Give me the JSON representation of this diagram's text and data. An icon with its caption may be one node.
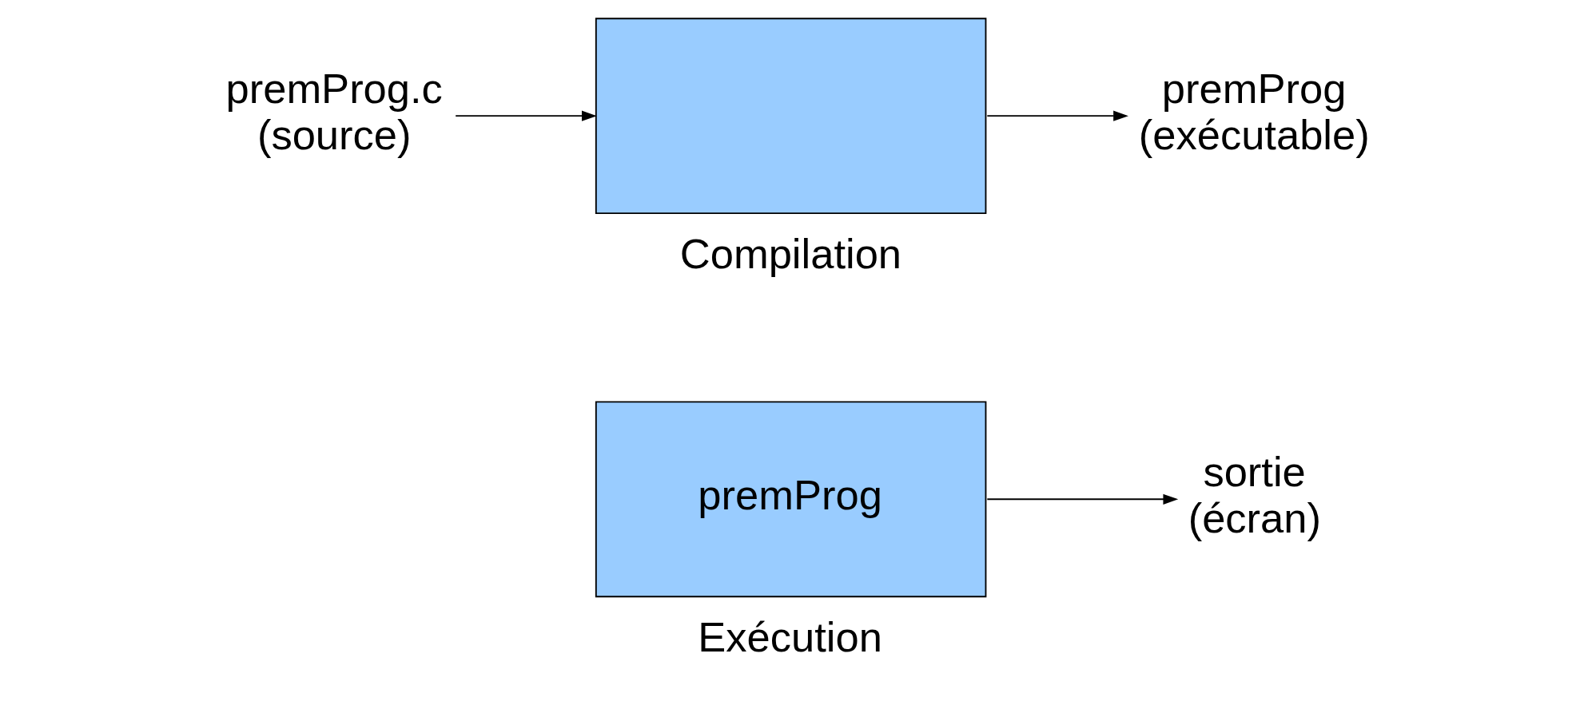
{
  "diagram": {
    "nodes": [
      {
        "text": [
          "premProg.c (source)"
        ]
      },
      {
        "text": [],
        "shape": "box",
        "beside": [
          "Compilation"
        ]
      },
      {
        "text": [
          "premProg (exécutable)"
        ]
      },
      {
        "text": [
          "premProg"
        ],
        "beside": [
          "Exécution"
        ]
      },
      {
        "text": [
          "sortie (écran)"
        ]
      }
    ],
    "edges": [
      {
        "from": 0,
        "to": 1,
        "arrow": "to"
      },
      {
        "from": 1,
        "to": 2,
        "arrow": "to"
      },
      {
        "from": 3,
        "to": 4,
        "arrow": "to"
      }
    ]
  }
}
